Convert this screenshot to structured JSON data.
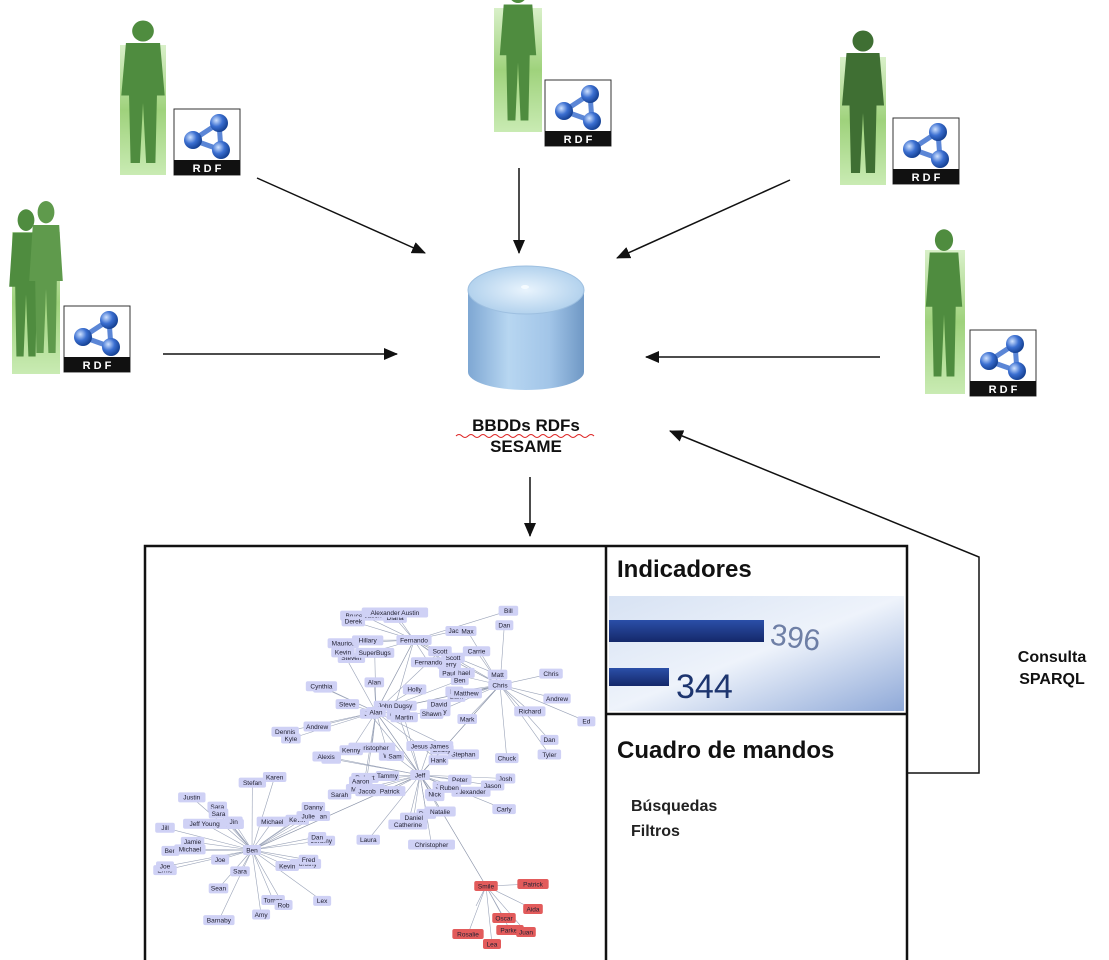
{
  "database": {
    "label_line1": "BBDDs RDFs",
    "label_line2": "SESAME"
  },
  "rdf_badge_text": "R D F",
  "sources": [
    {
      "name": "person-top-left"
    },
    {
      "name": "person-top-center"
    },
    {
      "name": "person-top-right"
    },
    {
      "name": "person-mid-left"
    },
    {
      "name": "person-mid-right"
    }
  ],
  "query": {
    "label_line1": "Consulta",
    "label_line2": "SPARQL"
  },
  "dashboard": {
    "indicators_title": "Indicadores",
    "indicator_values": [
      "396",
      "344"
    ],
    "control_title": "Cuadro de mandos",
    "control_items": [
      "Búsquedas",
      "Filtros"
    ]
  },
  "network": {
    "hub_nodes": [
      "Alan",
      "Jeff",
      "Ben",
      "Chris",
      "Fernando",
      "Smile"
    ],
    "nodes": [
      "Maurice",
      "Jerry",
      "Steven",
      "Matt",
      "Bruce Jason",
      "John Dugsy",
      "Diana",
      "Hillary",
      "Alexander Austin",
      "Derek",
      "Fernando",
      "Bill",
      "Michael",
      "Jack",
      "Emily",
      "Carrie",
      "Tyler",
      "Sam",
      "Paul",
      "Dan",
      "Mark",
      "Ed",
      "Chuck",
      "Ian",
      "Scott",
      "Dan",
      "Richard",
      "Matthew",
      "Andrew",
      "Max",
      "Chris",
      "David",
      "Kyle",
      "Andrew",
      "Christopher",
      "Alan",
      "Robert",
      "Scott",
      "Ben",
      "SuperBugs",
      "Steve",
      "Kenny",
      "Will",
      "Kevin",
      "Mary Ting",
      "Shawn",
      "Paul",
      "Stephan",
      "Dennis",
      "Cynthia",
      "Hank",
      "Holly",
      "Peter",
      "Oscar",
      "Jeff",
      "Christopher",
      "Ed",
      "Jeremy",
      "Matt",
      "Becky",
      "Tammy",
      "Catherine",
      "Alexander",
      "Ryan",
      "Jesus James",
      "Nick",
      "Sam",
      "Patrick",
      "Aaron",
      "Josh",
      "Sarah",
      "Laura",
      "Martin",
      "Daniel",
      "Carly",
      "Ruben",
      "Natalie",
      "Jason",
      "Jacob",
      "Alexis",
      "Jamie",
      "Lex",
      "Sara",
      "Bryan",
      "Ernie",
      "Kevin",
      "Ben",
      "Karen",
      "Jill",
      "Justin",
      "Joe",
      "Jeromy",
      "Sara",
      "Stefan",
      "Michael",
      "Danny",
      "Dorothy",
      "Joe",
      "Darren",
      "Jin",
      "Tomas",
      "Sara",
      "Dan",
      "Fred",
      "Rob",
      "Amy",
      "Barnaby",
      "Jeff Young",
      "Michael",
      "Sean",
      "Julie",
      "Kevin"
    ],
    "highlighted_nodes": [
      "Smile",
      "Patrick",
      "Aida",
      "Oscar",
      "Parker",
      "Juan",
      "Rosalie",
      "Lea"
    ]
  },
  "colors": {
    "arrow": "#111111",
    "db_top": "#c9e3f7",
    "db_body": "#8fb6dd",
    "node_fill": "#cfd1f5",
    "node_highlight": "#e25b5b",
    "indicator_bar": "#1f3d8c",
    "person_green": "#4a8a3a",
    "person_bg": "#a9d98c"
  }
}
